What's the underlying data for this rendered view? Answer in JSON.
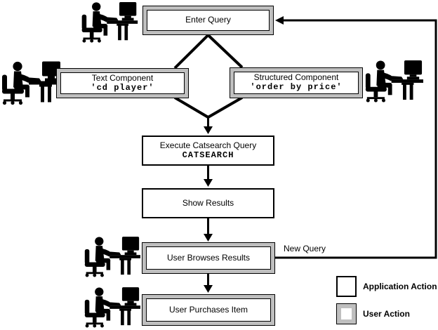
{
  "nodes": {
    "enter_query": {
      "label": "Enter Query",
      "type": "user-action"
    },
    "text_component": {
      "label": "Text Component",
      "code": "'cd player'",
      "type": "user-action"
    },
    "structured_component": {
      "label": "Structured Component",
      "code": "'order by price'",
      "type": "user-action"
    },
    "execute_catsearch": {
      "label": "Execute Catsearch Query",
      "code": "CATSEARCH",
      "type": "application-action"
    },
    "show_results": {
      "label": "Show Results",
      "type": "application-action"
    },
    "user_browses_results": {
      "label": "User Browses Results",
      "type": "user-action"
    },
    "user_purchases_item": {
      "label": "User Purchases Item",
      "type": "user-action"
    }
  },
  "edge_labels": {
    "new_query": "New Query"
  },
  "legend": {
    "application_action_label": "Application Action",
    "user_action_label": "User Action"
  },
  "icons": {
    "person": "person-at-computer-icon"
  },
  "colors": {
    "user_action_gray": "#bfbfbf",
    "line": "#000000",
    "background": "#ffffff"
  }
}
